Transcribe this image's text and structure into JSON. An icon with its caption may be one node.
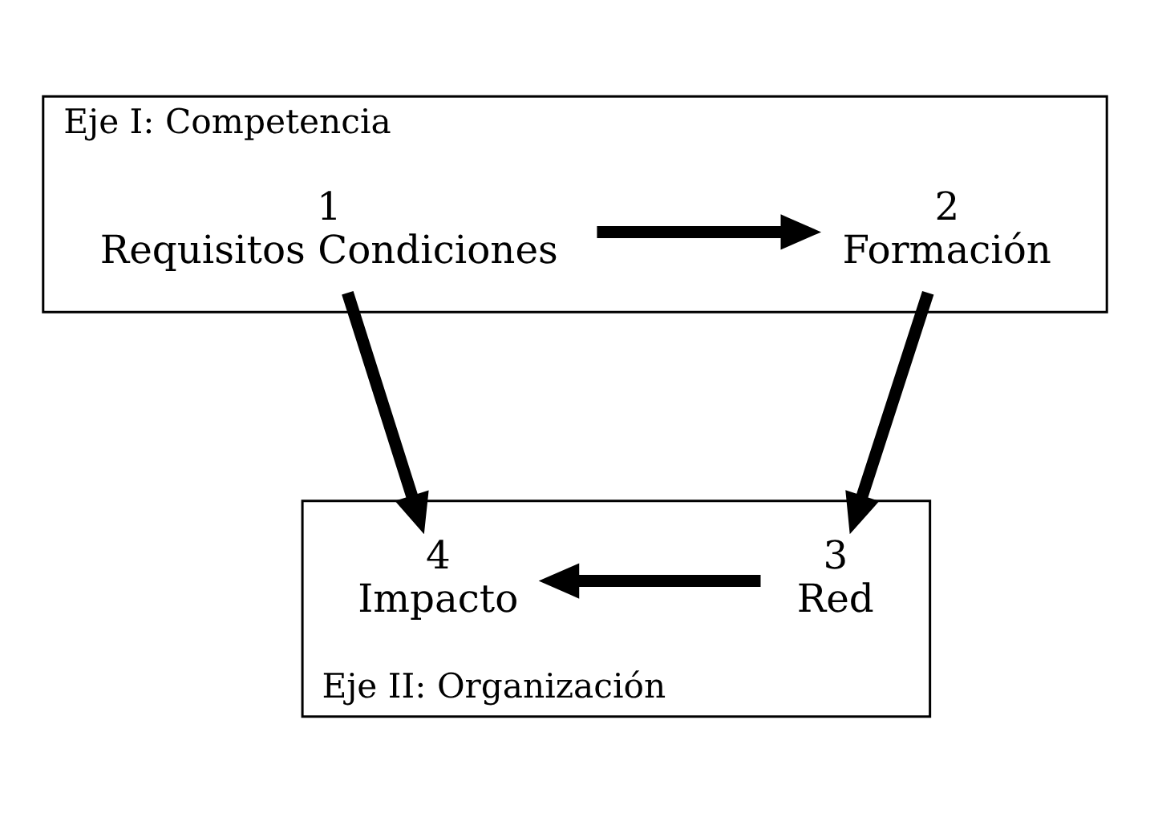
{
  "diagram": {
    "nodes": [
      {
        "text": [
          "Eje I: Competencia"
        ]
      },
      {
        "text": [
          "1",
          "Requisitos Condiciones"
        ],
        "in": 0
      },
      {
        "text": [
          "2",
          "Formación"
        ],
        "in": 0
      },
      {
        "text": [
          "Eje II: Organización"
        ]
      },
      {
        "text": [
          "3",
          "Red"
        ],
        "in": 3
      },
      {
        "text": [
          "4",
          "Impacto"
        ],
        "in": 3
      }
    ],
    "edges": [
      {
        "from": 1,
        "to": 2,
        "arrow": "to"
      },
      {
        "from": 1,
        "to": 5,
        "arrow": "to"
      },
      {
        "from": 2,
        "to": 4,
        "arrow": "to"
      },
      {
        "from": 4,
        "to": 5,
        "arrow": "to"
      }
    ]
  }
}
